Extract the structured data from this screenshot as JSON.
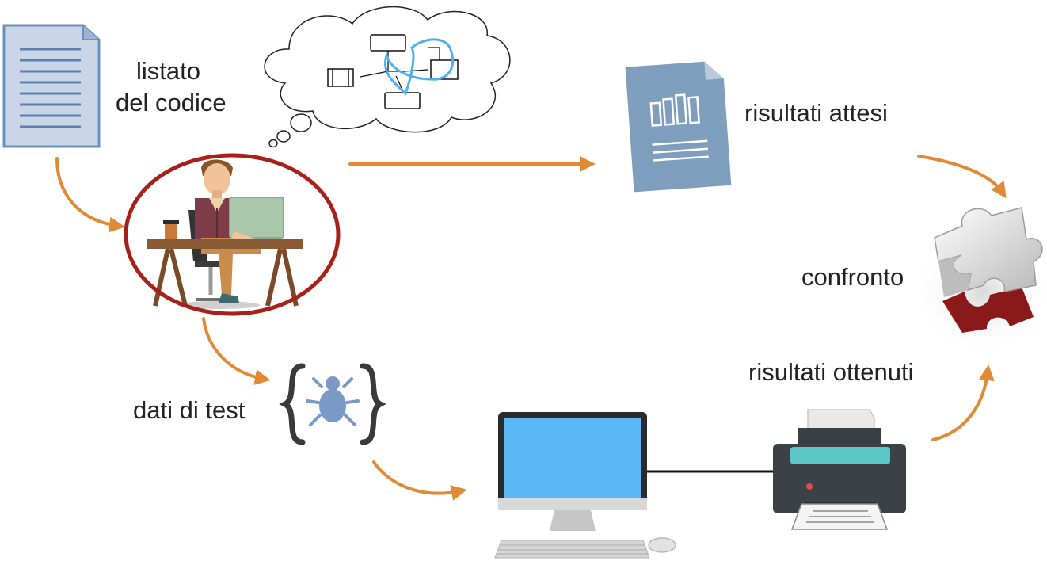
{
  "diagram": {
    "labels": {
      "code_listing_line1": "listato",
      "code_listing_line2": "del codice",
      "expected_results": "risultati attesi",
      "comparison": "confronto",
      "obtained_results": "risultati ottenuti",
      "test_data": "dati di test"
    },
    "colors": {
      "arrow": "#e08a36",
      "highlight_ring": "#a8201a",
      "monitor_screen": "#5bb7f5",
      "document": "#7f9dbd",
      "code_listing": "#c9d6e8",
      "bug_icon": "#7b98c6",
      "puzzle_hole": "#8a1a1a"
    },
    "icons": [
      "document-icon",
      "thought-cloud-icon",
      "flowchart-icon",
      "programmer-icon",
      "results-document-icon",
      "puzzle-icon",
      "bug-icon",
      "computer-icon",
      "keyboard-icon",
      "mouse-icon",
      "printer-icon"
    ]
  }
}
